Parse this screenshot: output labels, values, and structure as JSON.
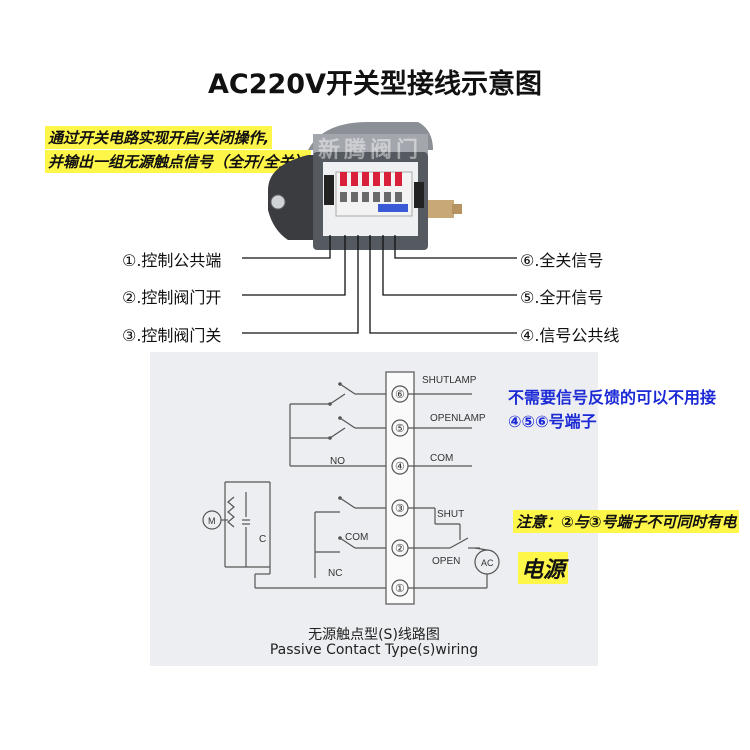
{
  "title": "AC220V开关型接线示意图",
  "intro": [
    "通过开关电路实现开启/关闭操作,",
    "并输出一组无源触点信号（全开/全关）"
  ],
  "watermark": "新腾阀门",
  "left_labels": [
    "①.控制公共端",
    "②.控制阀门开",
    "③.控制阀门关"
  ],
  "right_labels": [
    "⑥.全关信号",
    "⑤.全开信号",
    "④.信号公共线"
  ],
  "wiring": {
    "terminals": [
      "⑥",
      "⑤",
      "④",
      "③",
      "②",
      "①"
    ],
    "signal_labels": [
      "SHUTLAMP",
      "OPENLAMP",
      "COM"
    ],
    "control_labels": [
      "SHUT",
      "OPEN"
    ],
    "left_labels": [
      "NO",
      "COM",
      "NC",
      "C",
      "M"
    ],
    "ac_label": "AC"
  },
  "note_blue": [
    "不需要信号反馈的可以不用接",
    "④⑤⑥号端子"
  ],
  "note_warning": "注意：②与③号端子不可同时有电",
  "power_label": "电源",
  "caption_cn": "无源触点型(S)线路图",
  "caption_en": "Passive Contact Type(s)wiring",
  "colors": {
    "highlight": "#fff64a",
    "note_blue": "#1c2ad6",
    "panel_bg": "#edeef1"
  }
}
